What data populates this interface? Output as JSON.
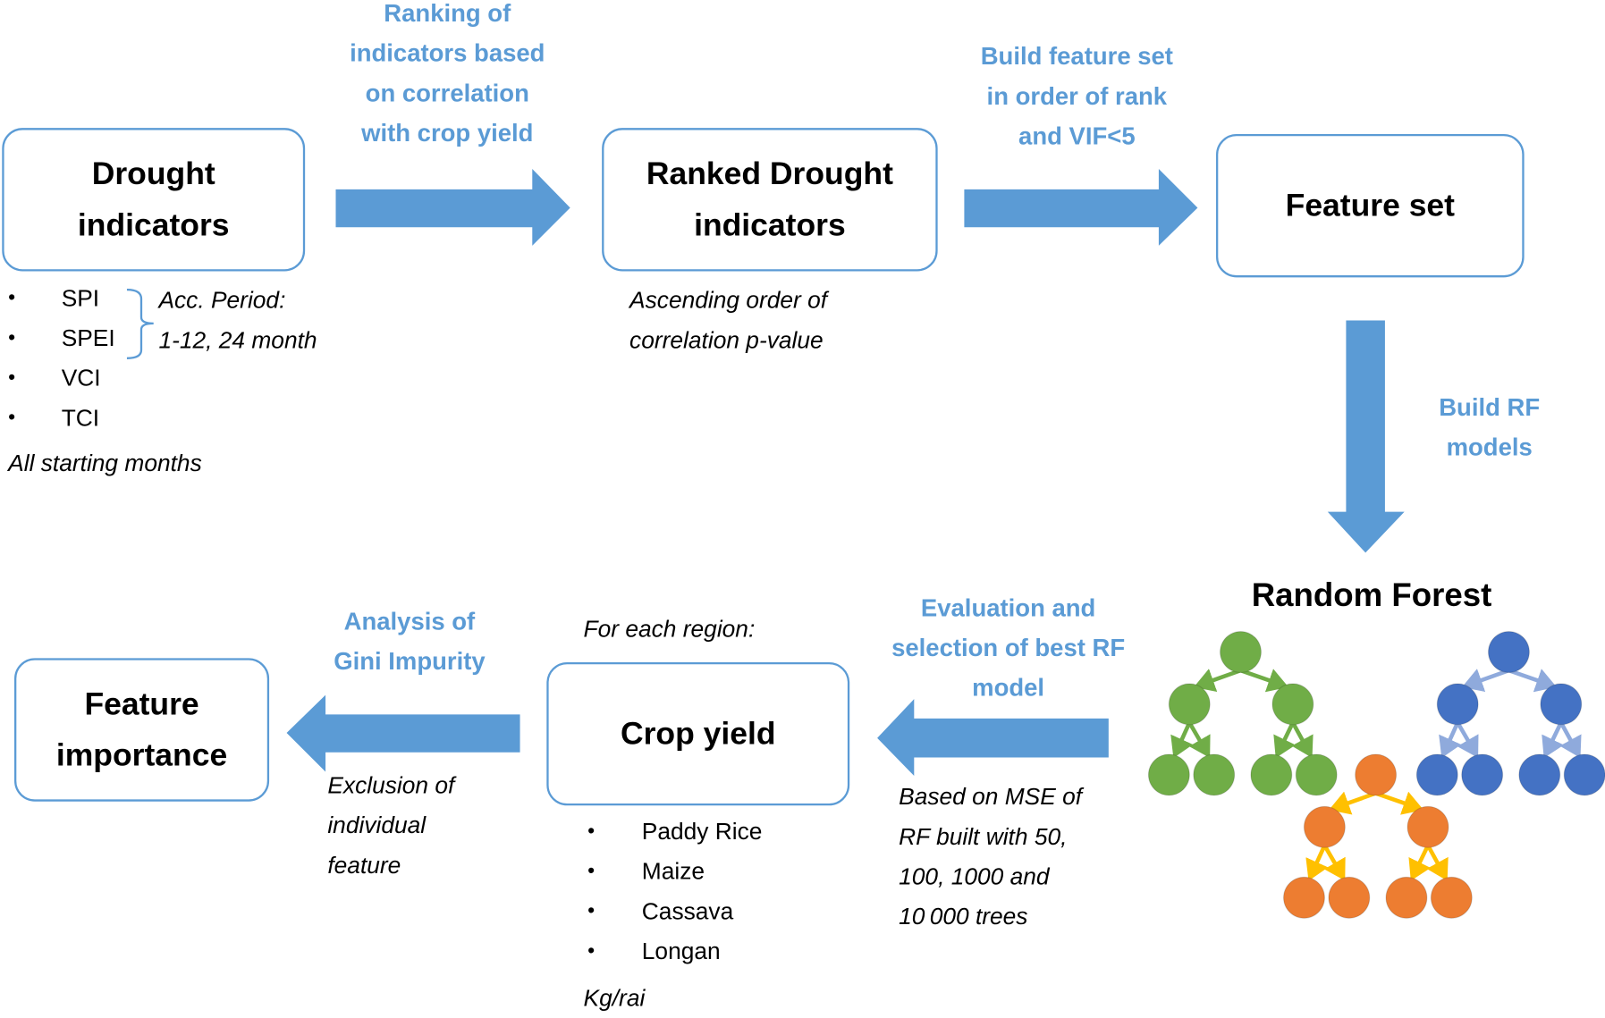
{
  "colors": {
    "accent": "#5b9bd5",
    "green": "#70ad47",
    "blue": "#4472c4",
    "orange": "#ed7d31",
    "yellow": "#ffc000",
    "light_blue": "#8faadc"
  },
  "boxes": {
    "drought": [
      "Drought",
      "indicators"
    ],
    "ranked": [
      "Ranked Drought",
      "indicators"
    ],
    "feature_set": [
      "Feature set"
    ],
    "crop_yield": [
      "Crop yield"
    ],
    "importance": [
      "Feature",
      "importance"
    ]
  },
  "arrow_labels": {
    "ranking": [
      "Ranking of",
      "indicators based",
      "on correlation",
      "with crop yield"
    ],
    "build_feature": [
      "Build feature set",
      "in order of rank",
      "and VIF<5"
    ],
    "build_rf": [
      "Build RF",
      "models"
    ],
    "evaluation": [
      "Evaluation and",
      "selection of best RF",
      "model"
    ],
    "gini": [
      "Analysis of",
      "Gini Impurity"
    ]
  },
  "drought_list": {
    "items": [
      "SPI",
      "SPEI",
      "VCI",
      "TCI"
    ],
    "acc_period": [
      "Acc. Period:",
      "1-12, 24 month"
    ],
    "note": "All starting months"
  },
  "ranked_note": [
    "Ascending order of",
    "correlation p-value"
  ],
  "random_forest_title": "Random Forest",
  "mse_note": [
    "Based on MSE of",
    "RF built with 50,",
    "100, 1000 and",
    "10 000 trees"
  ],
  "crop": {
    "header": "For each region:",
    "items": [
      "Paddy Rice",
      "Maize",
      "Cassava",
      "Longan"
    ],
    "unit": "Kg/rai"
  },
  "exclusion_note": [
    "Exclusion of",
    "individual",
    "feature"
  ]
}
